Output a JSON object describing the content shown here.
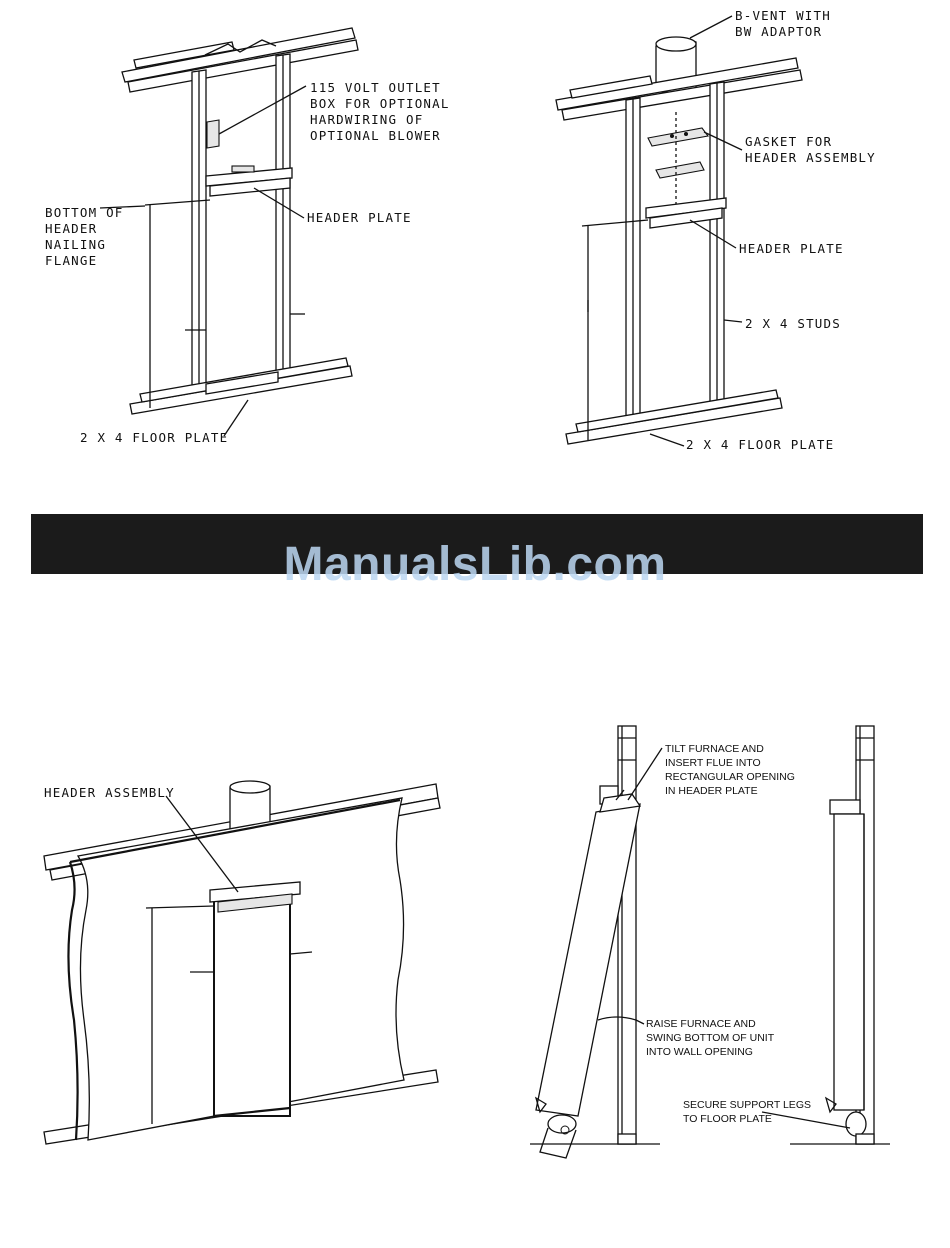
{
  "figure_top_left": {
    "labels": {
      "outlet": [
        "115 VOLT OUTLET",
        "BOX FOR OPTIONAL",
        "HARDWIRING OF",
        "OPTIONAL BLOWER"
      ],
      "flange": [
        "BOTTOM OF",
        "HEADER",
        "NAILING",
        "FLANGE"
      ],
      "header_plate": "HEADER PLATE",
      "floor_plate": "2 X 4 FLOOR PLATE"
    }
  },
  "figure_top_right": {
    "labels": {
      "bvent": [
        "B-VENT WITH",
        "BW ADAPTOR"
      ],
      "gasket": [
        "GASKET FOR",
        "HEADER ASSEMBLY"
      ],
      "header_plate": "HEADER PLATE",
      "studs": "2 X 4 STUDS",
      "floor_plate": "2 X 4 FLOOR PLATE"
    }
  },
  "figure_bottom_left": {
    "labels": {
      "header_assembly": "HEADER ASSEMBLY"
    }
  },
  "figure_bottom_right": {
    "labels": {
      "tilt": [
        "TILT FURNACE AND",
        "INSERT FLUE INTO",
        "RECTANGULAR OPENING",
        "IN HEADER PLATE"
      ],
      "raise": [
        "RAISE FURNACE AND",
        "SWING BOTTOM OF UNIT",
        "INTO WALL OPENING"
      ],
      "secure": [
        "SECURE SUPPORT LEGS",
        "TO FLOOR PLATE"
      ]
    }
  },
  "watermark": "ManualsLib.com",
  "colors": {
    "banner": "#1b1b1b",
    "watermark": "#bcd7f2",
    "ink": "#111111"
  }
}
